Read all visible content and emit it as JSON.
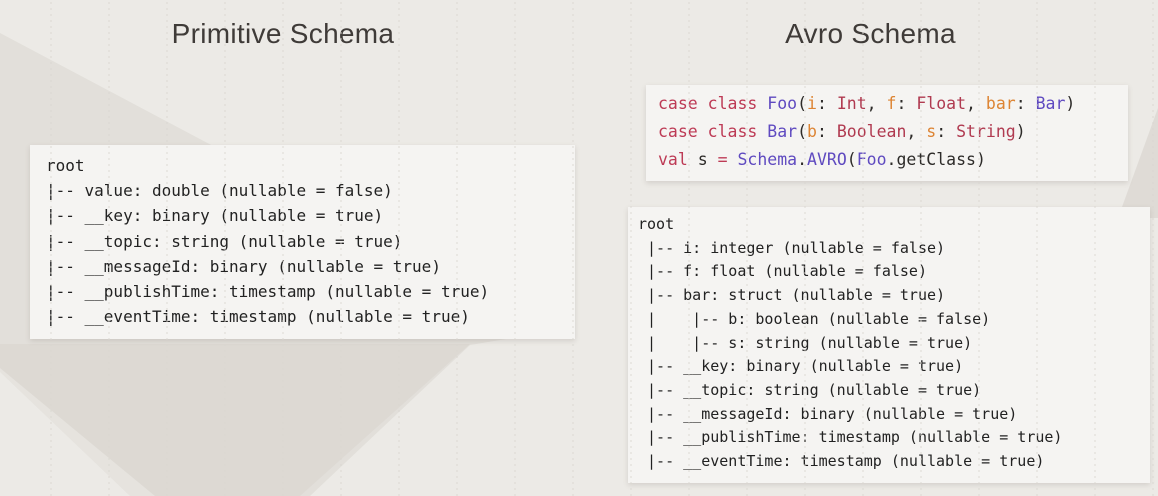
{
  "slide": {
    "left": {
      "title": "Primitive Schema",
      "schema_tree_lines": [
        "root",
        "|-- value: double (nullable = false)",
        "|-- __key: binary (nullable = true)",
        "|-- __topic: string (nullable = true)",
        "|-- __messageId: binary (nullable = true)",
        "|-- __publishTime: timestamp (nullable = true)",
        "|-- __eventTime: timestamp (nullable = true)"
      ]
    },
    "right": {
      "title": "Avro Schema",
      "code_lines": [
        [
          {
            "t": "case class ",
            "c": "keyword"
          },
          {
            "t": "Foo",
            "c": "classname"
          },
          {
            "t": "(",
            "c": "plain"
          },
          {
            "t": "i",
            "c": "param"
          },
          {
            "t": ": ",
            "c": "plain"
          },
          {
            "t": "Int",
            "c": "typename"
          },
          {
            "t": ", ",
            "c": "plain"
          },
          {
            "t": "f",
            "c": "param"
          },
          {
            "t": ": ",
            "c": "plain"
          },
          {
            "t": "Float",
            "c": "typename"
          },
          {
            "t": ", ",
            "c": "plain"
          },
          {
            "t": "bar",
            "c": "param"
          },
          {
            "t": ": ",
            "c": "plain"
          },
          {
            "t": "Bar",
            "c": "classname"
          },
          {
            "t": ")",
            "c": "plain"
          }
        ],
        [
          {
            "t": "case class ",
            "c": "keyword"
          },
          {
            "t": "Bar",
            "c": "classname"
          },
          {
            "t": "(",
            "c": "plain"
          },
          {
            "t": "b",
            "c": "param"
          },
          {
            "t": ": ",
            "c": "plain"
          },
          {
            "t": "Boolean",
            "c": "typename"
          },
          {
            "t": ", ",
            "c": "plain"
          },
          {
            "t": "s",
            "c": "param"
          },
          {
            "t": ": ",
            "c": "plain"
          },
          {
            "t": "String",
            "c": "typename"
          },
          {
            "t": ")",
            "c": "plain"
          }
        ],
        [
          {
            "t": "val",
            "c": "keyword"
          },
          {
            "t": " s ",
            "c": "plain"
          },
          {
            "t": "=",
            "c": "keyword"
          },
          {
            "t": " ",
            "c": "plain"
          },
          {
            "t": "Schema",
            "c": "classname"
          },
          {
            "t": ".",
            "c": "plain"
          },
          {
            "t": "AVRO",
            "c": "classname"
          },
          {
            "t": "(",
            "c": "plain"
          },
          {
            "t": "Foo",
            "c": "classname"
          },
          {
            "t": ".getClass)",
            "c": "plain"
          }
        ]
      ],
      "schema_tree_lines": [
        "root",
        " |-- i: integer (nullable = false)",
        " |-- f: float (nullable = false)",
        " |-- bar: struct (nullable = true)",
        " |    |-- b: boolean (nullable = false)",
        " |    |-- s: string (nullable = true)",
        " |-- __key: binary (nullable = true)",
        " |-- __topic: string (nullable = true)",
        " |-- __messageId: binary (nullable = true)",
        " |-- __publishTime: timestamp (nullable = true)",
        " |-- __eventTime: timestamp (nullable = true)"
      ]
    }
  },
  "colors": {
    "page_background": "#eceae6",
    "block_background": "#f5f4f2",
    "title_text": "#3f3b38",
    "tree_text": "#222222",
    "syntax": {
      "keyword": "#bd3a55",
      "classname": "#5f4ac0",
      "typename": "#b03a50",
      "param": "#dd8433",
      "plain": "#2d2b29"
    }
  }
}
